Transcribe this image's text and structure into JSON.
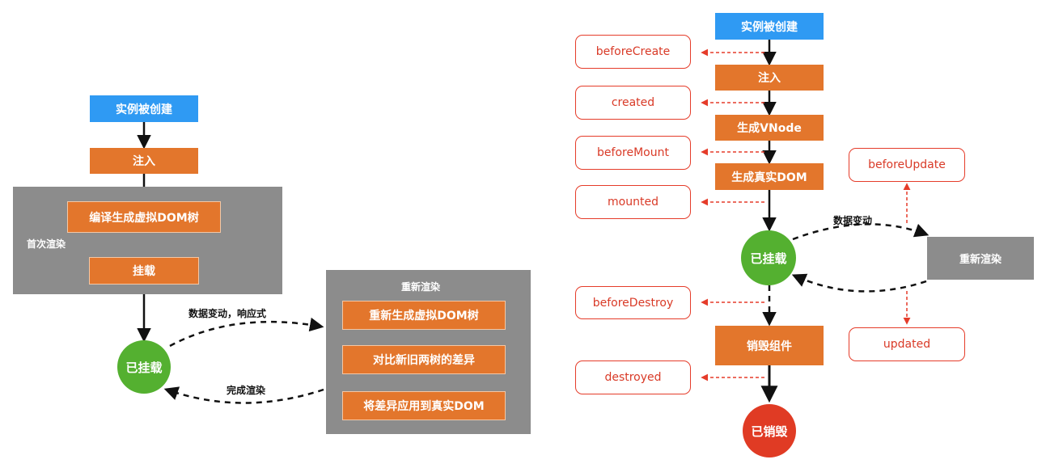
{
  "left": {
    "created": "实例被创建",
    "inject": "注入",
    "first_render_panel": "首次渲染",
    "compile": "编译生成虚拟DOM树",
    "mount": "挂载",
    "mounted_state": "已挂载",
    "data_change": "数据变动，响应式",
    "render_done": "完成渲染",
    "rerender_panel": "重新渲染",
    "rerender_steps": [
      "重新生成虚拟DOM树",
      "对比新旧两树的差异",
      "将差异应用到真实DOM"
    ]
  },
  "right": {
    "created": "实例被创建",
    "inject": "注入",
    "gen_vnode": "生成VNode",
    "gen_dom": "生成真实DOM",
    "mounted_state": "已挂载",
    "destroy_component": "销毁组件",
    "destroyed_state": "已销毁",
    "data_change": "数据变动",
    "rerender": "重新渲染",
    "hooks": {
      "beforeCreate": "beforeCreate",
      "created": "created",
      "beforeMount": "beforeMount",
      "mounted": "mounted",
      "beforeDestroy": "beforeDestroy",
      "destroyed": "destroyed",
      "beforeUpdate": "beforeUpdate",
      "updated": "updated"
    }
  },
  "colors": {
    "step": "#e3762c",
    "start": "#2f9af3",
    "panel": "#8c8c8c",
    "mounted": "#54b030",
    "destroyed": "#e03b24",
    "hook": "#e53c2a"
  }
}
